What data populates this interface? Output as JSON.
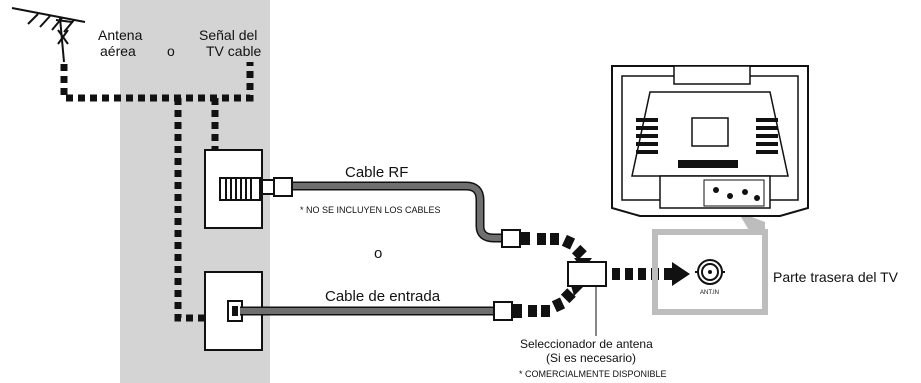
{
  "labels": {
    "antenna_line1": "Antena",
    "antenna_line2": "aérea",
    "or_top": "o",
    "cable_tv_line1": "Señal del",
    "cable_tv_line2": "TV cable",
    "rf_cable": "Cable RF",
    "cables_note": "* NO SE INCLUYEN LOS CABLES",
    "or_middle": "o",
    "input_cable": "Cable de entrada",
    "selector_line1": "Seleccionador de antena",
    "selector_line2": "(Si es necesario)",
    "selector_note": "* COMERCIALMENTE DISPONIBLE",
    "tv_back": "Parte trasera del TV",
    "antin": "ANT.IN"
  },
  "colors": {
    "wall": "#d4d4d4",
    "cable": "#6f6f6f",
    "line": "#111111",
    "zoom_box": "#bdbdbd"
  }
}
